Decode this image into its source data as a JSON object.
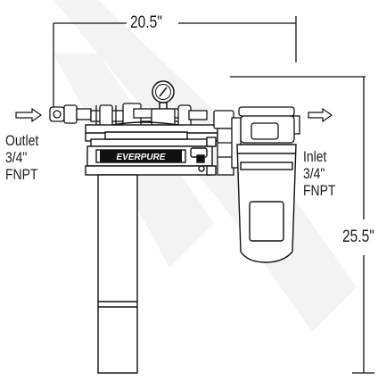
{
  "dimensions": {
    "width_label": "20.5\"",
    "height_label": "25.5\""
  },
  "outlet": {
    "lines": [
      "Outlet",
      "3/4\"",
      "FNPT"
    ]
  },
  "inlet": {
    "lines": [
      "Inlet",
      "3/4\"",
      "FNPT"
    ]
  },
  "product": {
    "brand_mark": "EVERPURE"
  },
  "colors": {
    "line": "#111111",
    "watermark": "#f2f2f2"
  }
}
